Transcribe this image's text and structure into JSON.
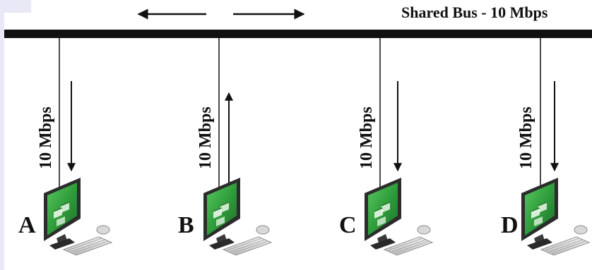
{
  "bus": {
    "title": "Shared Bus - 10 Mbps"
  },
  "nodes": [
    {
      "letter": "A",
      "link_label": "10 Mbps",
      "direction": "down"
    },
    {
      "letter": "B",
      "link_label": "10 Mbps",
      "direction": "up"
    },
    {
      "letter": "C",
      "link_label": "10 Mbps",
      "direction": "down"
    },
    {
      "letter": "D",
      "link_label": "10 Mbps",
      "direction": "down"
    }
  ],
  "colors": {
    "bus": "#111111",
    "accent_panel": "#e8e8f6",
    "screen_green": "#2f9e3b",
    "monitor_body": "#2c2c2c"
  }
}
